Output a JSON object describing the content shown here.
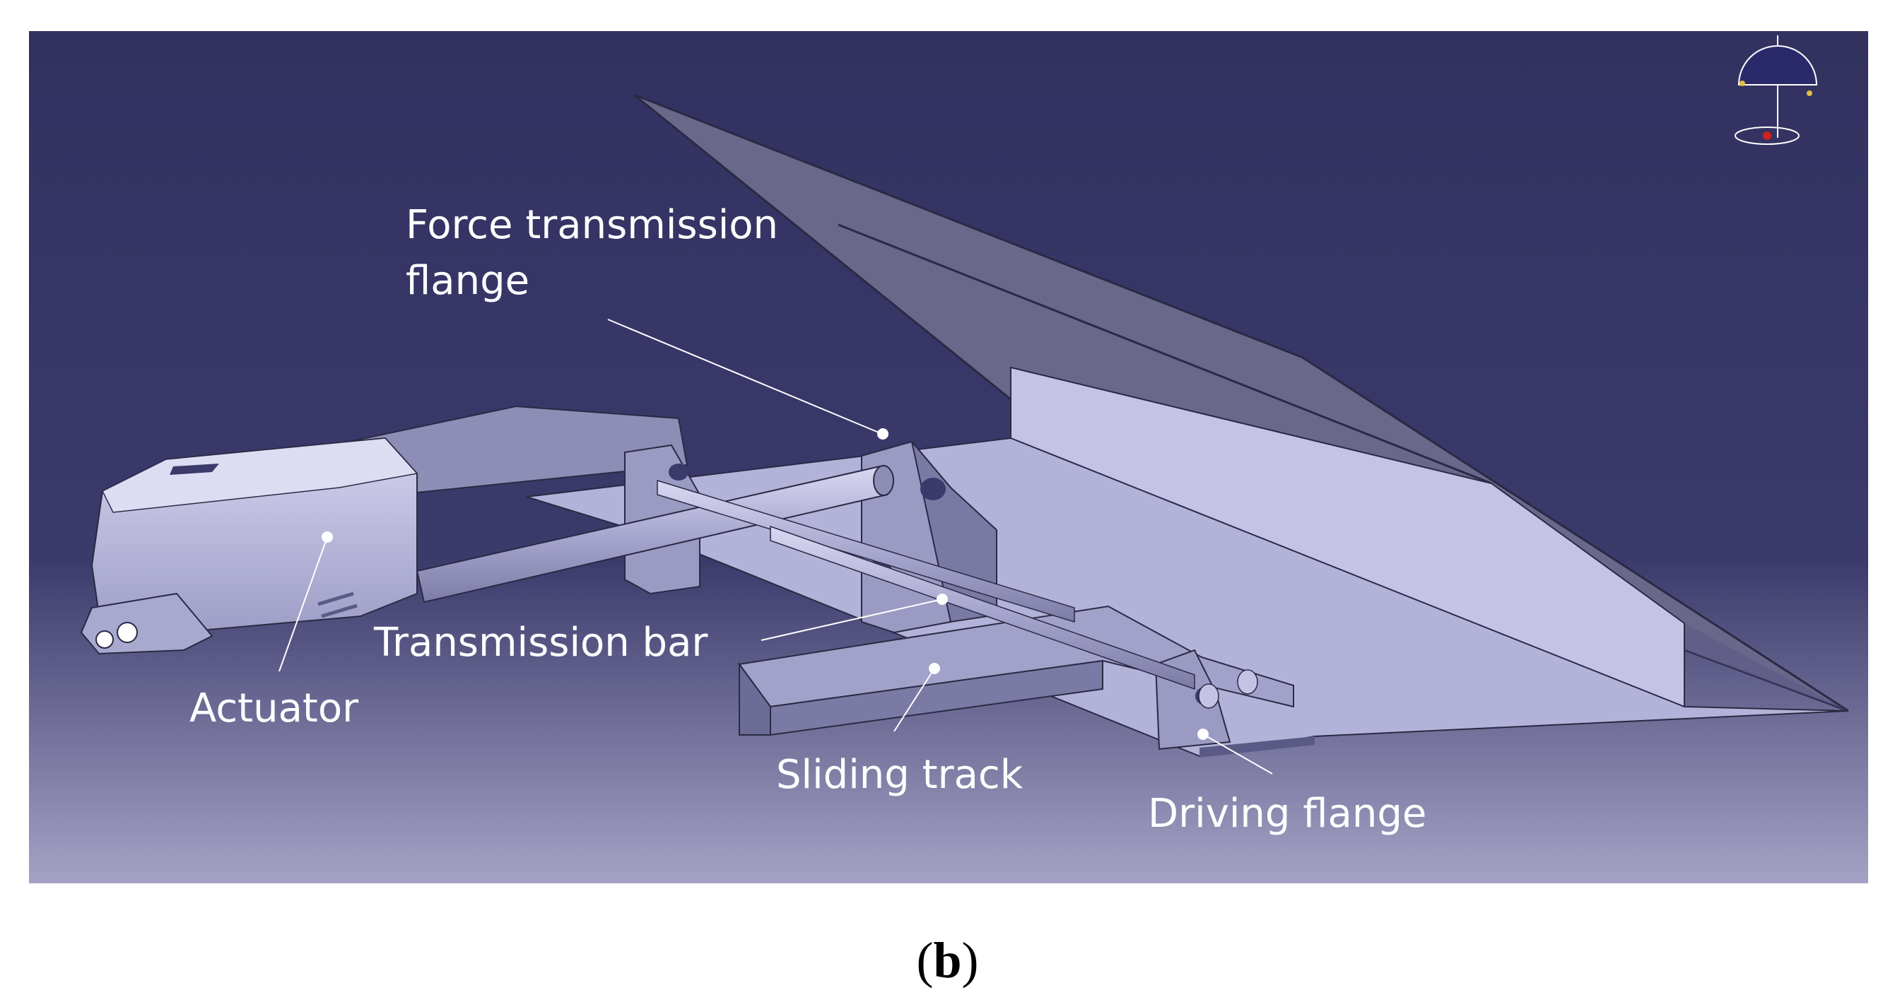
{
  "figure": {
    "caption_open": "(",
    "caption_label": "b",
    "caption_close": ")",
    "colors": {
      "background_top": "#323160",
      "background_mid": "#3b3a6b",
      "background_bottom": "#a4a2c4",
      "part_light": "#c4c3e6",
      "part_mid": "#8e8db5",
      "part_dark": "#5b5a86",
      "panel": "#69678a",
      "label": "#ffffff"
    },
    "labels": {
      "force_flange_line1": "Force transmission",
      "force_flange_line2": "flange",
      "transmission_bar": "Transmission bar",
      "actuator": "Actuator",
      "sliding_track": "Sliding track",
      "driving_flange": "Driving flange"
    },
    "icons": [
      "compass-icon"
    ]
  }
}
